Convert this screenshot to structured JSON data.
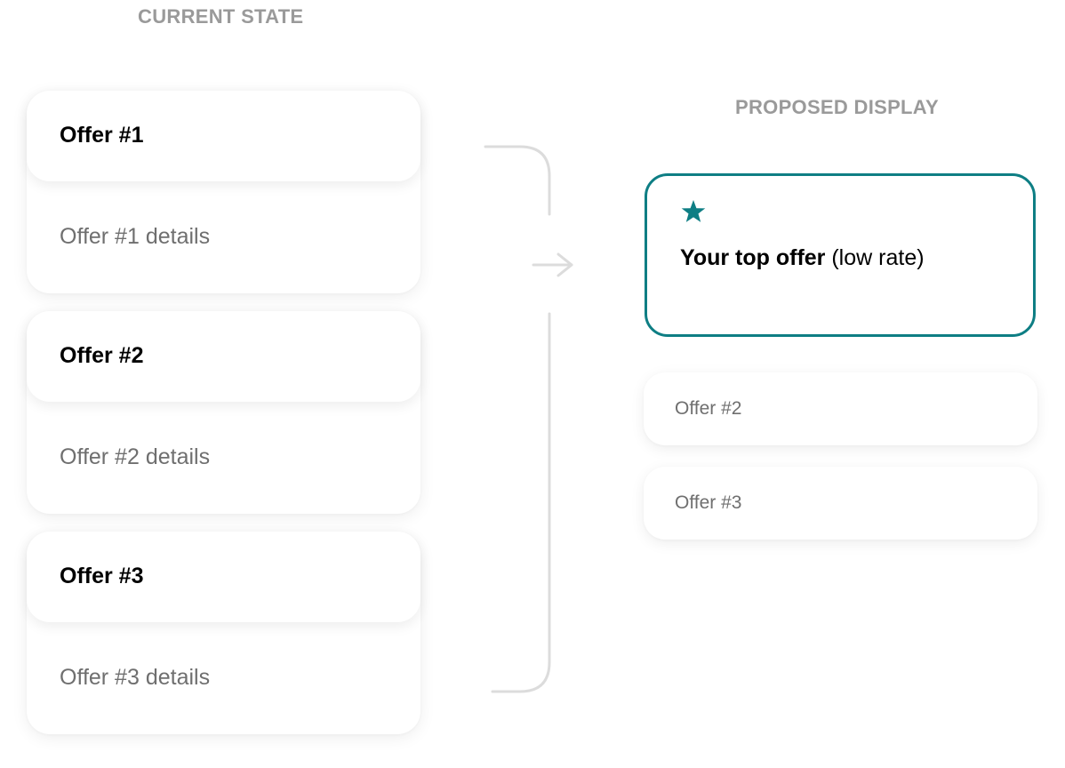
{
  "current": {
    "title": "CURRENT STATE",
    "offers": [
      {
        "label": "Offer #1",
        "details": "Offer #1 details"
      },
      {
        "label": "Offer #2",
        "details": "Offer #2 details"
      },
      {
        "label": "Offer #3",
        "details": "Offer #3 details"
      }
    ]
  },
  "proposed": {
    "title": "PROPOSED DISPLAY",
    "top_offer": {
      "icon": "star-icon",
      "title": "Your top offer",
      "note": "(low rate)"
    },
    "other_offers": [
      "Offer #2",
      "Offer #3"
    ]
  },
  "colors": {
    "accent": "#0e7e84",
    "heading_gray": "#9a9a9a",
    "secondary_text": "#6f6f6f",
    "connector": "#dcdcdc"
  }
}
